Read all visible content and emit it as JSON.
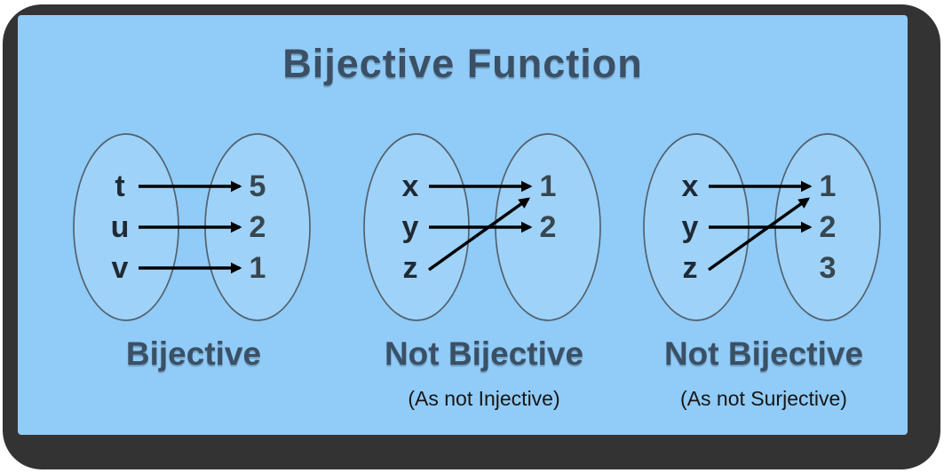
{
  "title": "Bijective Function",
  "colors": {
    "frame": "#333333",
    "panel": "#91CBF7",
    "ellipse_fill": "#9FD2F8",
    "ellipse_stroke": "#52626E",
    "title_text": "#3B5065",
    "label_text": "#3A5065",
    "sublabel_text": "#161616",
    "domain_text": "#1F2A35",
    "codomain_text": "#37464F",
    "arrow": "#000000"
  },
  "diagrams": [
    {
      "label": "Bijective",
      "sublabel": "",
      "domain": [
        "t",
        "u",
        "v"
      ],
      "codomain": [
        "5",
        "2",
        "1"
      ],
      "mappings": [
        [
          0,
          0
        ],
        [
          1,
          1
        ],
        [
          2,
          2
        ]
      ]
    },
    {
      "label": "Not Bijective",
      "sublabel": "(As not Injective)",
      "domain": [
        "x",
        "y",
        "z"
      ],
      "codomain": [
        "1",
        "2"
      ],
      "mappings": [
        [
          0,
          0
        ],
        [
          1,
          1
        ],
        [
          2,
          0
        ]
      ]
    },
    {
      "label": "Not Bijective",
      "sublabel": "(As not Surjective)",
      "domain": [
        "x",
        "y",
        "z"
      ],
      "codomain": [
        "1",
        "2",
        "3"
      ],
      "mappings": [
        [
          0,
          0
        ],
        [
          1,
          1
        ],
        [
          2,
          0
        ]
      ]
    }
  ]
}
